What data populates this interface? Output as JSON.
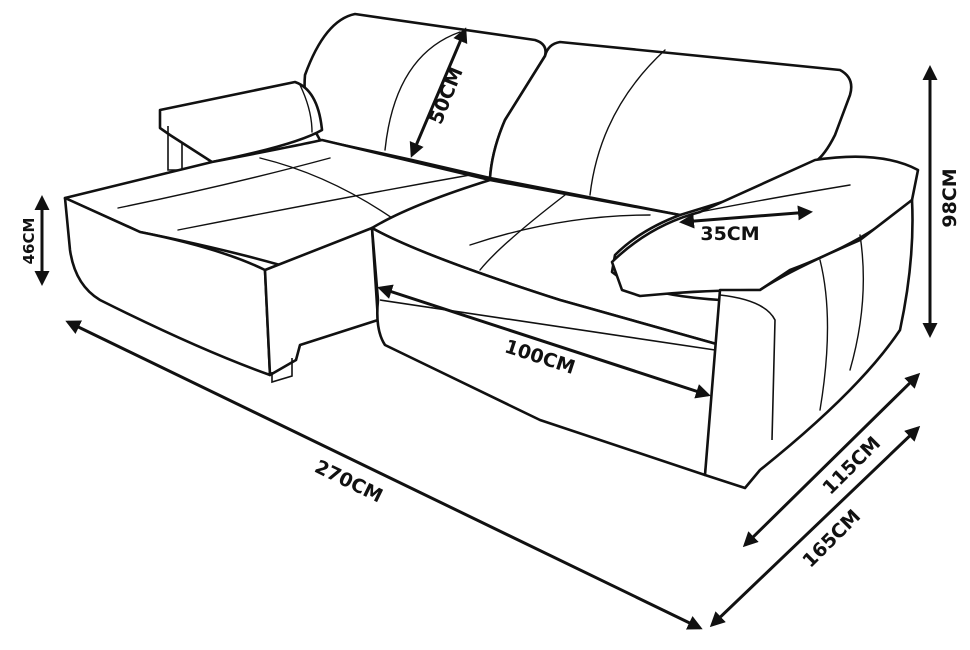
{
  "dimensions": {
    "length": "270CM",
    "depth_chaise": "165CM",
    "depth_sofa": "115CM",
    "height": "98CM",
    "seat_height": "46CM",
    "back_height": "50CM",
    "seat_width": "100CM",
    "armrest_width": "35CM"
  }
}
